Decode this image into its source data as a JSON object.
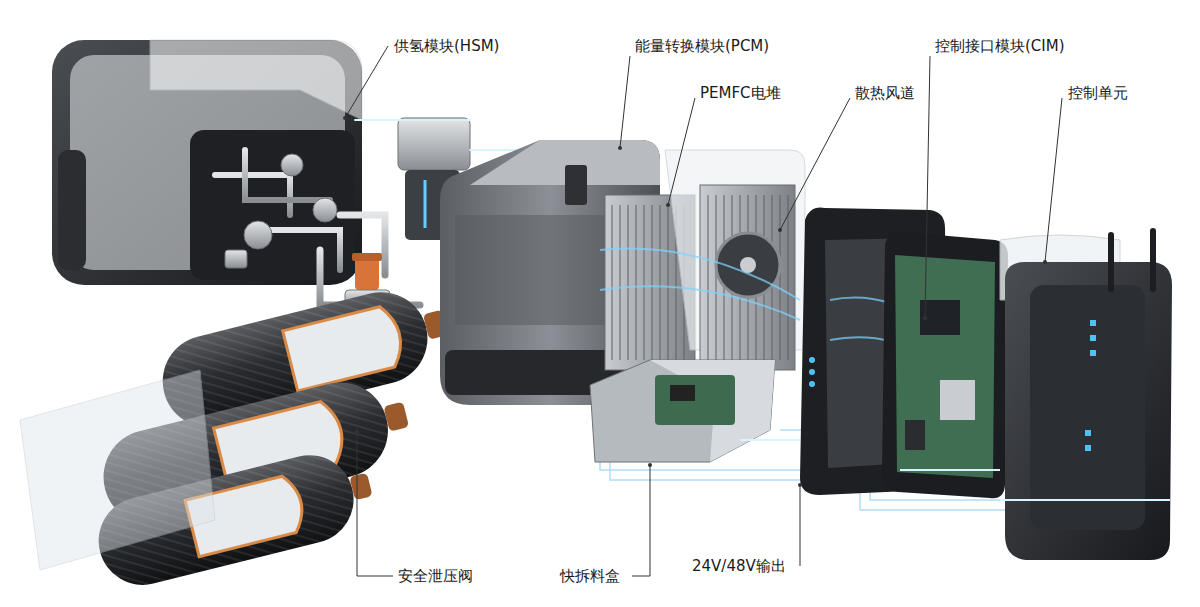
{
  "diagram": {
    "labels": [
      "供氢模块(HSM)",
      "能量转换模块(PCM)",
      "PEMFC电堆",
      "散热风道",
      "控制接口模块(CIM)",
      "控制单元",
      "安全泄压阀",
      "快拆料盒",
      "24V/48V输出"
    ]
  }
}
